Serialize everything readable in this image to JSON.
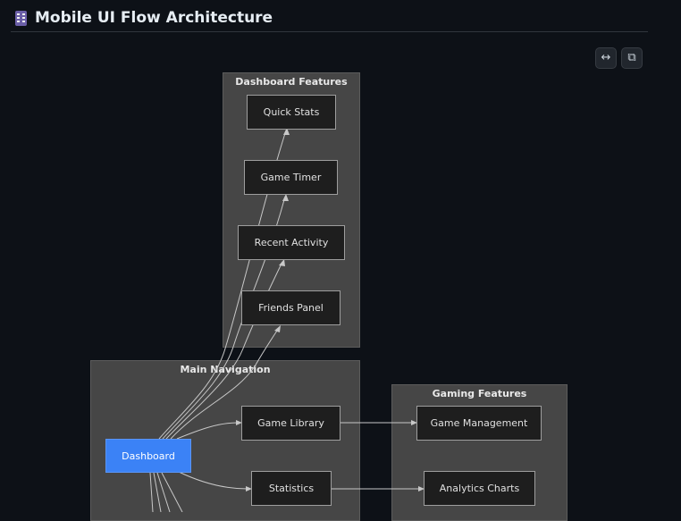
{
  "header": {
    "title": "Mobile UI Flow Architecture",
    "icon": "mobile-phone-icon"
  },
  "toolbar": {
    "expand_icon": "↔",
    "copy_icon": "⧉"
  },
  "diagram": {
    "clusters": {
      "dashboard_features": "Dashboard Features",
      "main_navigation": "Main Navigation",
      "gaming_features": "Gaming Features"
    },
    "nodes": {
      "quick_stats": "Quick Stats",
      "game_timer": "Game Timer",
      "recent_activity": "Recent Activity",
      "friends_panel": "Friends Panel",
      "dashboard": "Dashboard",
      "game_library": "Game Library",
      "statistics": "Statistics",
      "game_management": "Game Management",
      "analytics_charts": "Analytics Charts"
    },
    "edges": [
      [
        "dashboard",
        "quick_stats"
      ],
      [
        "dashboard",
        "game_timer"
      ],
      [
        "dashboard",
        "recent_activity"
      ],
      [
        "dashboard",
        "friends_panel"
      ],
      [
        "dashboard",
        "game_library"
      ],
      [
        "dashboard",
        "statistics"
      ],
      [
        "game_library",
        "game_management"
      ],
      [
        "statistics",
        "analytics_charts"
      ]
    ]
  }
}
